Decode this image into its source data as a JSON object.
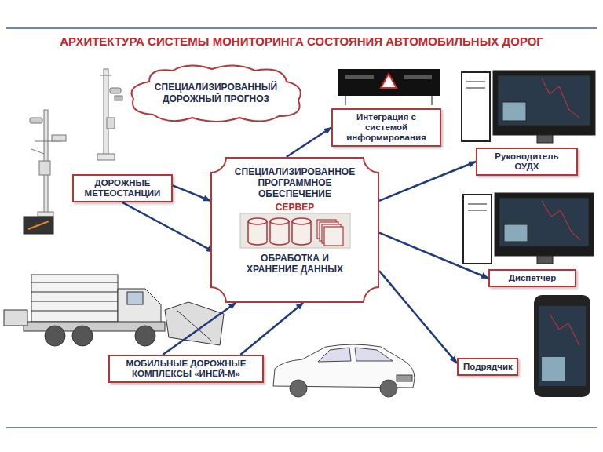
{
  "diagram": {
    "title": "АРХИТЕКТУРА СИСТЕМЫ МОНИТОРИНГА СОСТОЯНИЯ АВТОМОБИЛЬНЫХ ДОРОГ",
    "nodes": [
      {
        "text": [
          "СПЕЦИАЛИЗИРОВАННЫЙ ДОРОЖНЫЙ ПРОГНОЗ"
        ]
      },
      {
        "text": [
          "Интеграция с системой информирования"
        ]
      },
      {
        "text": [
          "ДОРОЖНЫЕ МЕТЕОСТАНЦИИ"
        ]
      },
      {
        "text": [
          "СПЕЦИАЛИЗИРОВАННОЕ ПРОГРАММНОЕ ОБЕСПЕЧЕНИЕ",
          "СЕРВЕР",
          "ОБРАБОТКА И ХРАНЕНИЕ ДАННЫХ"
        ]
      },
      {
        "text": [
          "Руководитель ОУДХ"
        ]
      },
      {
        "text": [
          "Диспетчер"
        ]
      },
      {
        "text": [
          "Подрядчик"
        ]
      },
      {
        "text": [
          "МОБИЛЬНЫЕ ДОРОЖНЫЕ КОМПЛЕКСЫ «ИНЕЙ-М»"
        ]
      }
    ],
    "edges": [
      {
        "from": 2,
        "to": 3,
        "arrow": "to"
      },
      {
        "from": 2,
        "to": 3,
        "arrow": "to"
      },
      {
        "from": 7,
        "to": 3,
        "arrow": "to"
      },
      {
        "from": 7,
        "to": 3,
        "arrow": "to"
      },
      {
        "from": 3,
        "to": 1,
        "arrow": "to"
      },
      {
        "from": 3,
        "to": 4,
        "arrow": "to"
      },
      {
        "from": 3,
        "to": 5,
        "arrow": "to"
      },
      {
        "from": 3,
        "to": 6,
        "arrow": "to"
      }
    ]
  }
}
